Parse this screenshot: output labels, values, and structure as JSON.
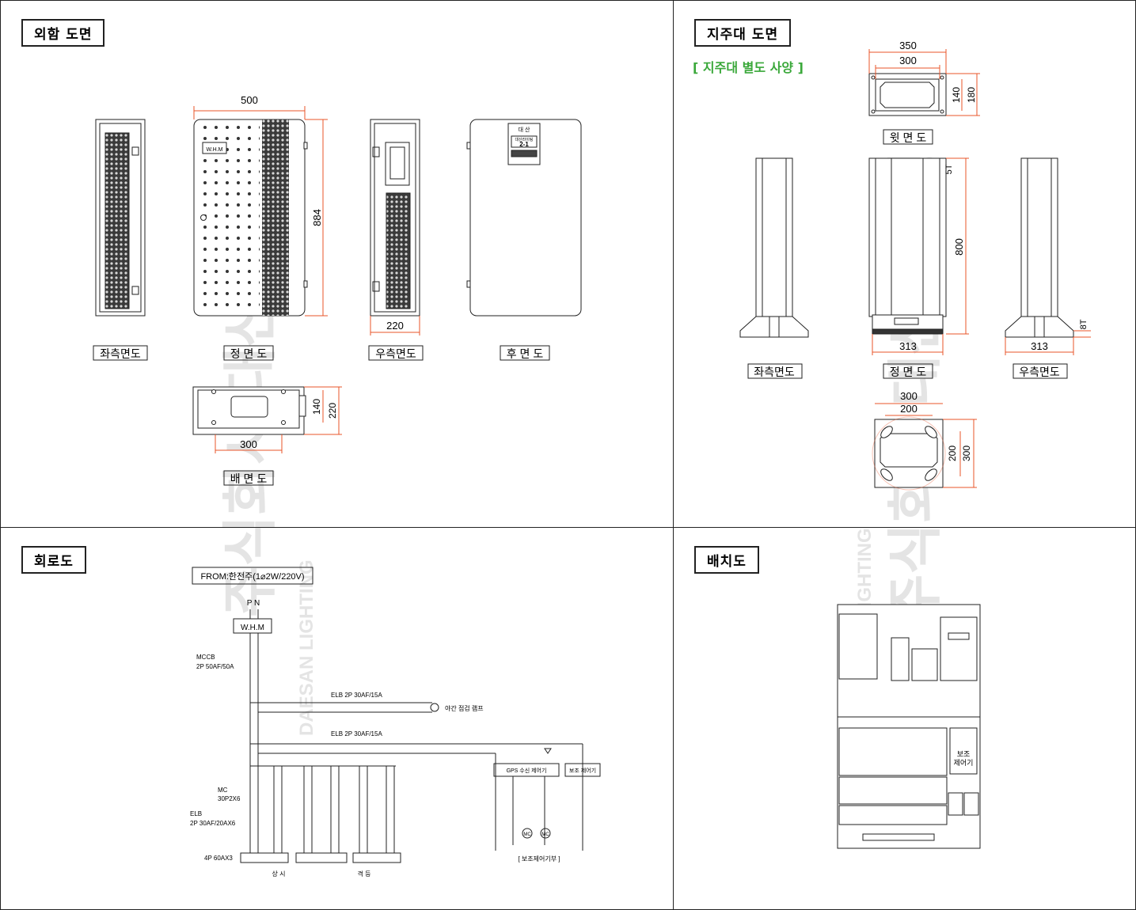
{
  "sections": {
    "exterior_title": "외함 도면",
    "pole_title": "지주대 도면",
    "pole_note": "[ 지주대 별도 사양 ]",
    "circuit_title": "회로도",
    "layout_title": "배치도"
  },
  "exterior": {
    "views": [
      "좌측면도",
      "정 면 도",
      "우측면도",
      "후 면 도",
      "배 면 도"
    ],
    "dims": {
      "width": "500",
      "height": "884",
      "depth": "220",
      "bottom_width": "300",
      "bottom_inner": "140",
      "bottom_depth": "220"
    },
    "whm_label": "W.H.M",
    "nameplate": {
      "top": "대 산",
      "company": "대산라이팅",
      "code": "2-1"
    }
  },
  "pole": {
    "views": [
      "윗 면 도",
      "좌측면도",
      "정 면 도",
      "우측면도"
    ],
    "top_dims": {
      "outer": "350",
      "inner": "300",
      "d1": "140",
      "d2": "180"
    },
    "front_dims": {
      "thickness": "5T",
      "height": "800",
      "base": "313"
    },
    "side_dims": {
      "base": "313",
      "plate": "8T"
    },
    "base_dims": {
      "outer_w": "300",
      "inner_w": "200",
      "inner_h": "200",
      "outer_h": "300"
    }
  },
  "circuit": {
    "source": "FROM:한전주(1⌀2W/220V)",
    "pn": "P N",
    "whm": "W.H.M",
    "mccb": [
      "MCCB",
      "2P 50AF/50A"
    ],
    "elb1": "ELB 2P 30AF/15A",
    "lamp": "야간 점검 램프",
    "elb2": "ELB 2P 30AF/15A",
    "gps": "GPS 수신 제어기",
    "aux": "보조 제어기",
    "mc": [
      "MC",
      "30P2X6"
    ],
    "elb": [
      "ELB",
      "2P 30AF/20AX6"
    ],
    "terminal": "4P 60AX3",
    "groups": [
      "상 시",
      "격 등"
    ],
    "aux_section": "[ 보조제어기부 ]",
    "mc_label": "MC"
  },
  "layout": {
    "aux_panel": [
      "보조",
      "제어기"
    ]
  },
  "watermark": {
    "en": "DAESAN LIGHTING",
    "ko": "주식회사 대산라이팅"
  }
}
